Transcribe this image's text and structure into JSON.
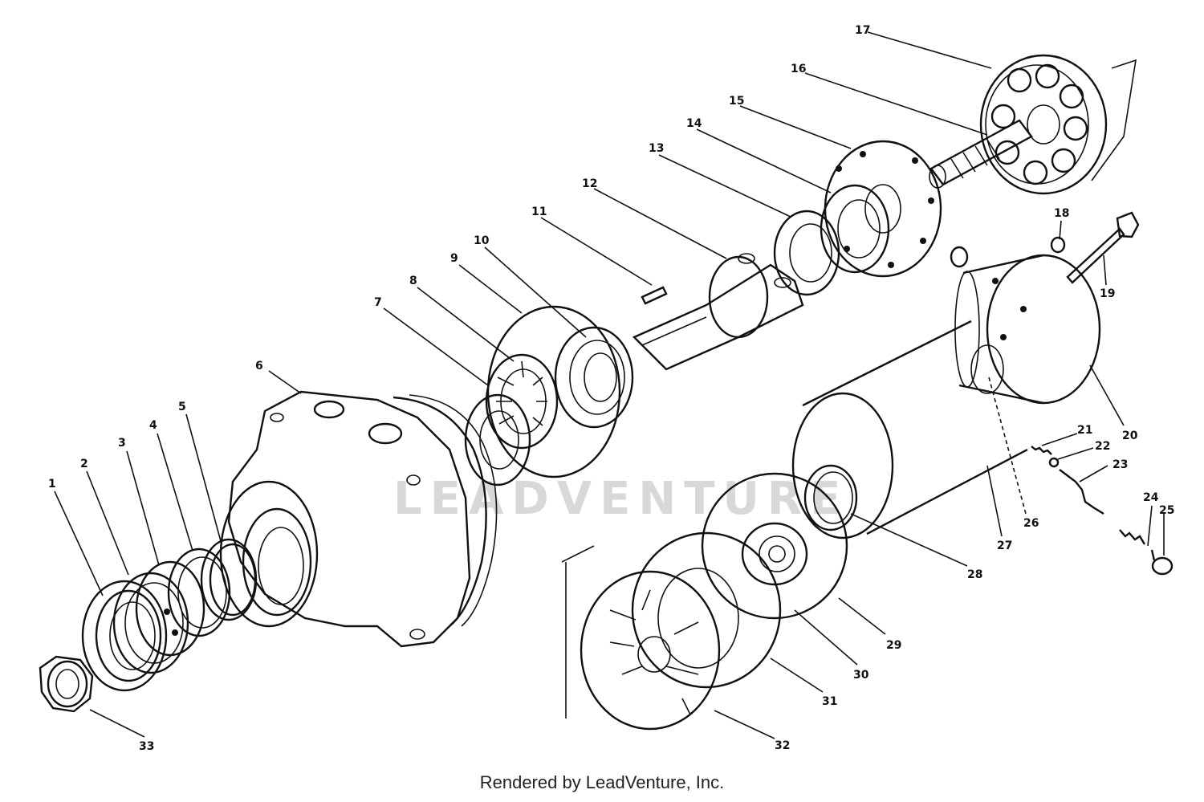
{
  "diagram": {
    "watermark_text": "LEADVENTURE",
    "credit_text": "Rendered by LeadVenture, Inc.",
    "callouts": [
      {
        "id": "1",
        "label": "1"
      },
      {
        "id": "2",
        "label": "2"
      },
      {
        "id": "3",
        "label": "3"
      },
      {
        "id": "4",
        "label": "4"
      },
      {
        "id": "5",
        "label": "5"
      },
      {
        "id": "6",
        "label": "6"
      },
      {
        "id": "7",
        "label": "7"
      },
      {
        "id": "8",
        "label": "8"
      },
      {
        "id": "9",
        "label": "9"
      },
      {
        "id": "10",
        "label": "10"
      },
      {
        "id": "11",
        "label": "11"
      },
      {
        "id": "12",
        "label": "12"
      },
      {
        "id": "13",
        "label": "13"
      },
      {
        "id": "14",
        "label": "14"
      },
      {
        "id": "15",
        "label": "15"
      },
      {
        "id": "16",
        "label": "16"
      },
      {
        "id": "17",
        "label": "17"
      },
      {
        "id": "18",
        "label": "18"
      },
      {
        "id": "19",
        "label": "19"
      },
      {
        "id": "20",
        "label": "20"
      },
      {
        "id": "21",
        "label": "21"
      },
      {
        "id": "22",
        "label": "22"
      },
      {
        "id": "23",
        "label": "23"
      },
      {
        "id": "24",
        "label": "24"
      },
      {
        "id": "25",
        "label": "25"
      },
      {
        "id": "26",
        "label": "26"
      },
      {
        "id": "27",
        "label": "27"
      },
      {
        "id": "28",
        "label": "28"
      },
      {
        "id": "29",
        "label": "29"
      },
      {
        "id": "30",
        "label": "30"
      },
      {
        "id": "31",
        "label": "31"
      },
      {
        "id": "32",
        "label": "32"
      },
      {
        "id": "33",
        "label": "33"
      }
    ]
  }
}
